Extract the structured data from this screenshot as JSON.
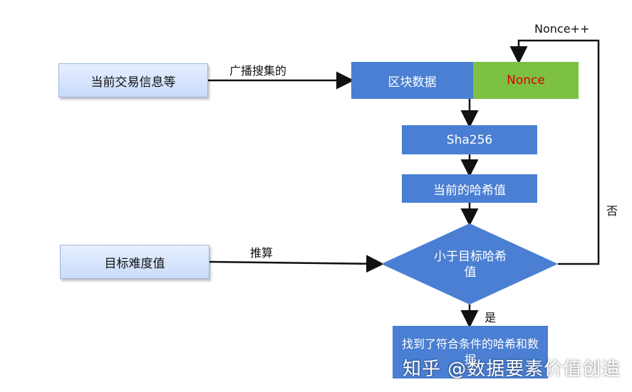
{
  "nodes": {
    "current_tx": "当前交易信息等",
    "target_difficulty": "目标难度值",
    "block_data": "区块数据",
    "nonce": "Nonce",
    "sha256": "Sha256",
    "current_hash": "当前的哈希值",
    "decision": "小于目标哈希值",
    "result": "找到了符合条件的哈希和数据"
  },
  "edges": {
    "broadcast_collect": "广播搜集的",
    "compute": "推算",
    "nonce_increment": "Nonce++",
    "no": "否",
    "yes": "是"
  },
  "watermark": "知乎 @数据要素价值创造",
  "colors": {
    "process_blue": "#4a7fd3",
    "nonce_green": "#7dc142",
    "nonce_text": "#d60000",
    "input_fill": "#dce8ff"
  }
}
